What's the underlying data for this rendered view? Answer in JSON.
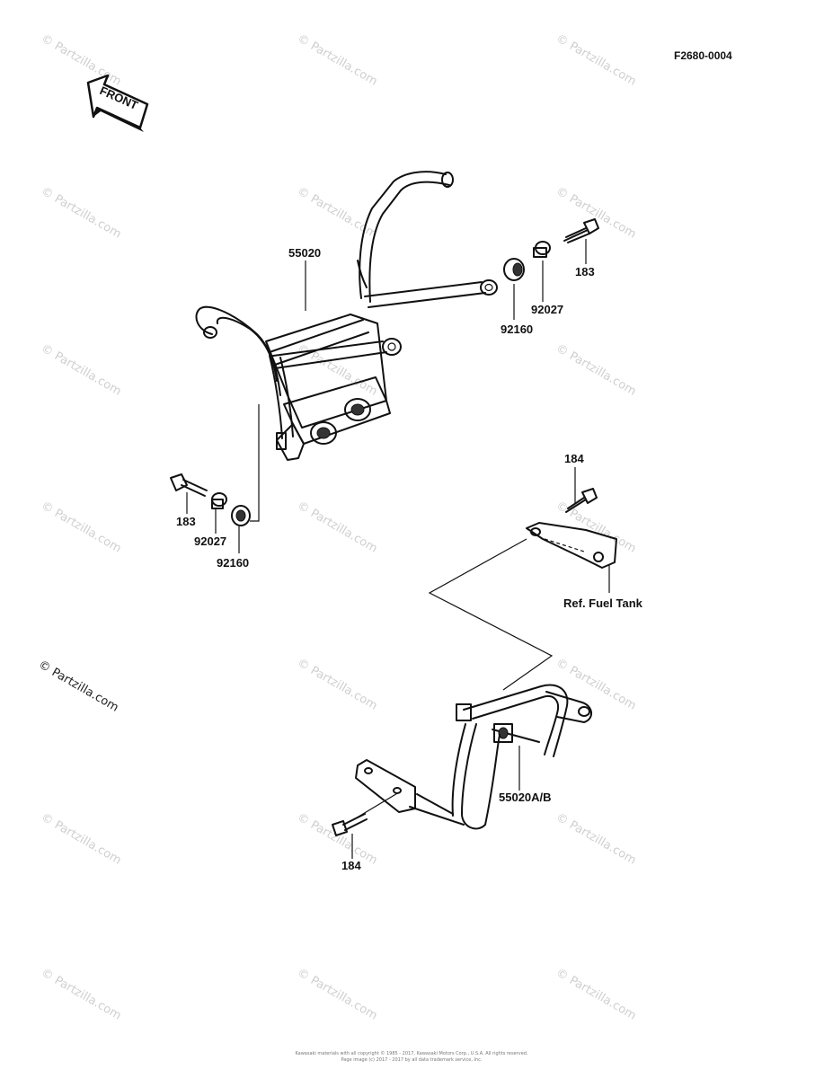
{
  "figure_code": "F2680-0004",
  "front_badge": "FRONT",
  "watermark": "© Partzilla.com",
  "left_watermark": "© Partzilla.com",
  "labels": {
    "frame_upper": "55020",
    "bolt_upper_right": "183",
    "collar_upper_right": "92027",
    "grommet_upper_right": "92160",
    "bolt_left": "183",
    "collar_left": "92027",
    "grommet_left": "92160",
    "bolt_bracket": "184",
    "fuel_tank_ref": "Ref. Fuel Tank",
    "frame_lower": "55020A/B",
    "bolt_lower": "184"
  },
  "copyright_line1": "Kawasaki materials with all copyright © 1985 - 2017, Kawasaki Motors Corp., U.S.A. All rights reserved.",
  "copyright_line2": "Page image (c) 2017 - 2017 by all data trademark service, Inc."
}
